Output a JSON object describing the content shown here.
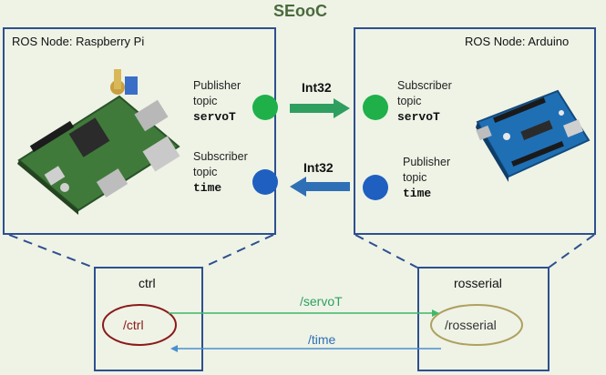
{
  "title": "SEooC",
  "rpi_node": {
    "title": "ROS Node: Raspberry Pi",
    "publisher_label": [
      "Publisher",
      "topic"
    ],
    "publisher_topic": "servoT",
    "subscriber_label": [
      "Subscriber",
      "topic"
    ],
    "subscriber_topic": "time"
  },
  "arduino_node": {
    "title": "ROS Node: Arduino",
    "subscriber_label": [
      "Subscriber",
      "topic"
    ],
    "subscriber_topic": "servoT",
    "publisher_label": [
      "Publisher",
      "topic"
    ],
    "publisher_topic": "time"
  },
  "arrows": {
    "top_type": "Int32",
    "bottom_type": "Int32"
  },
  "ctrl_box": {
    "title": "ctrl",
    "ellipse_label": "/ctrl"
  },
  "rosserial_box": {
    "title": "rosserial",
    "ellipse_label": "/rosserial"
  },
  "links": {
    "servo_topic": "/servoT",
    "time_topic": "/time"
  },
  "colors": {
    "box_border": "#2f4f8f",
    "green_dot": "#1fb04a",
    "blue_dot": "#1f5fc0",
    "arrow_green": "#2f9f5f",
    "arrow_blue": "#2f6fb5",
    "ctrl_ellipse": "#8b1a1a",
    "rosserial_ellipse": "#b0a060"
  }
}
